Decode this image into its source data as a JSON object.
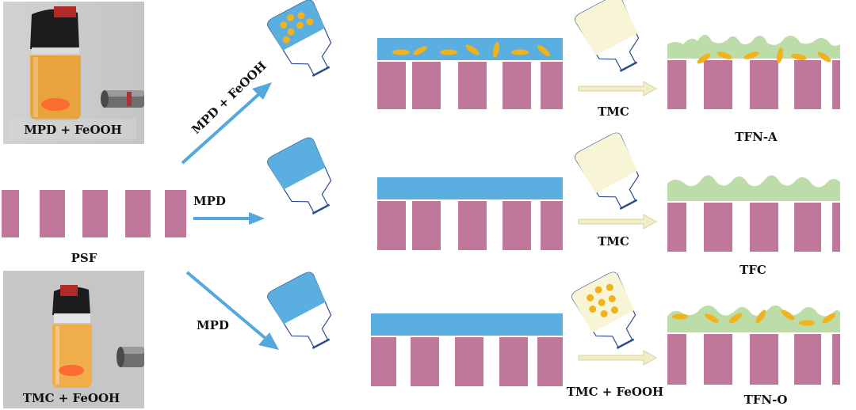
{
  "colors": {
    "support": "#c0789a",
    "aqueous": "#5aaee0",
    "polyamide": "#bcdca8",
    "organic": "#f7f5d6",
    "particle": "#f2b21c",
    "arrow_blue": "#54a8de",
    "arrow_cream": "#f1eec6"
  },
  "photos": {
    "top": {
      "caption": "MPD + FeOOH",
      "liquid_color": "#e9a33d"
    },
    "bottom": {
      "caption": "TMC + FeOOH",
      "liquid_color": "#f0ae4a"
    }
  },
  "substrate": {
    "label": "PSF"
  },
  "routes": [
    {
      "id": "tfn-a",
      "arrow_label": "MPD + FeOOH",
      "aqueous_particles": true,
      "reagent_label": "TMC",
      "organic_particles": false,
      "product_label": "TFN-A"
    },
    {
      "id": "tfc",
      "arrow_label": "MPD",
      "aqueous_particles": false,
      "reagent_label": "TMC",
      "organic_particles": false,
      "product_label": "TFC"
    },
    {
      "id": "tfn-o",
      "arrow_label": "MPD",
      "aqueous_particles": false,
      "reagent_label": "TMC + FeOOH",
      "organic_particles": true,
      "product_label": "TFN-O"
    }
  ]
}
